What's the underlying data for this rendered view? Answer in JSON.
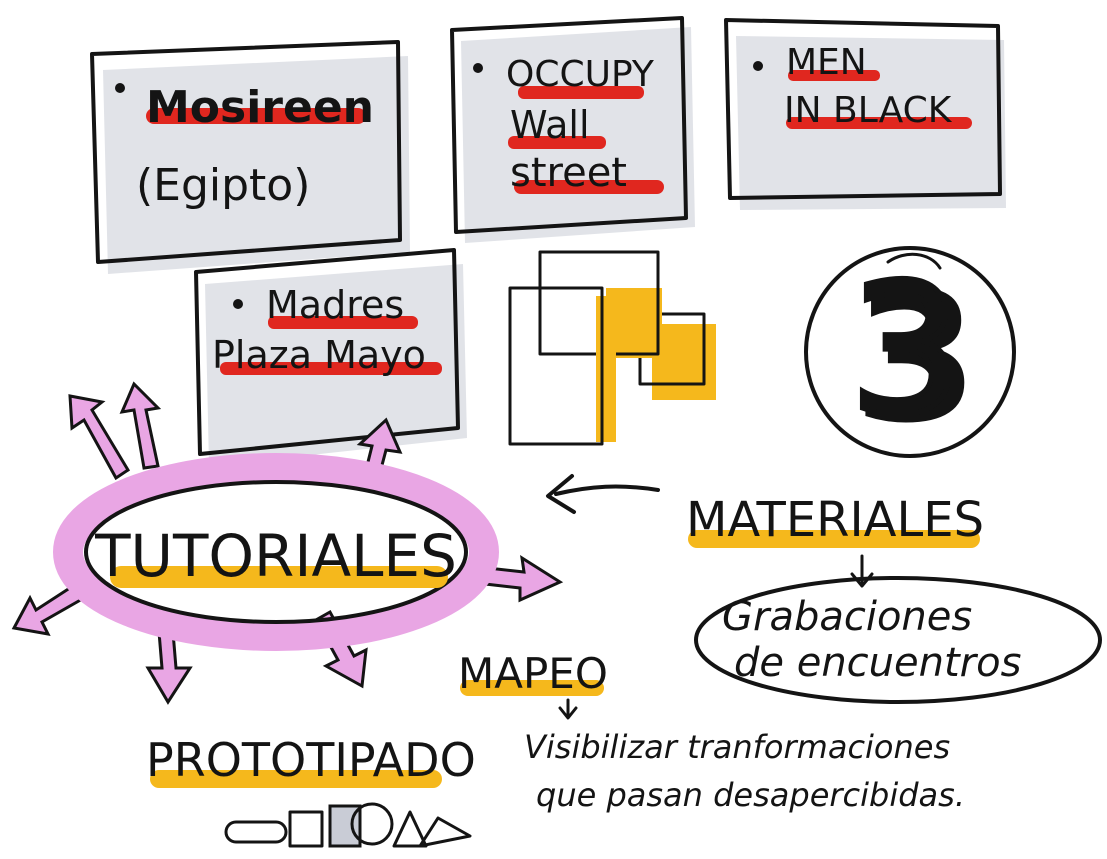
{
  "colors": {
    "ink": "#141414",
    "red_highlight": "#e0271f",
    "yellow_highlight": "#f5b81c",
    "pink_highlight": "#e9a6e4",
    "shadow": "#c9ccd6",
    "paper": "#ffffff"
  },
  "cards": {
    "mosireen": {
      "line1": "Mosireen",
      "line2": "(Egipto)"
    },
    "occupy": {
      "line1": "OCCUPY",
      "line2": "Wall",
      "line3": "street"
    },
    "men_in_black": {
      "line1": "MEN",
      "line2": "IN BLACK"
    },
    "madres": {
      "line1": "Madres",
      "line2": "Plaza Mayo"
    }
  },
  "number_badge": {
    "value": "3"
  },
  "tutoriales": {
    "label": "TUTORIALES"
  },
  "materiales": {
    "label": "MATERIALES",
    "sub_line1": "Grabaciones",
    "sub_line2": "de encuentros"
  },
  "mapeo": {
    "label": "MAPEO",
    "desc_line1": "Visibilizar tranformaciones",
    "desc_line2": "que pasan desapercibidas."
  },
  "prototipado": {
    "label": "PROTOTIPADO"
  },
  "icons": {
    "bullet": "bullet-dot-icon",
    "documents": "stacked-documents-icon",
    "arrow_left": "arrow-left-icon",
    "arrow_down": "arrow-down-icon",
    "pink_arrows": "outward-arrows-icon",
    "tools": "prototype-tools-icon"
  }
}
